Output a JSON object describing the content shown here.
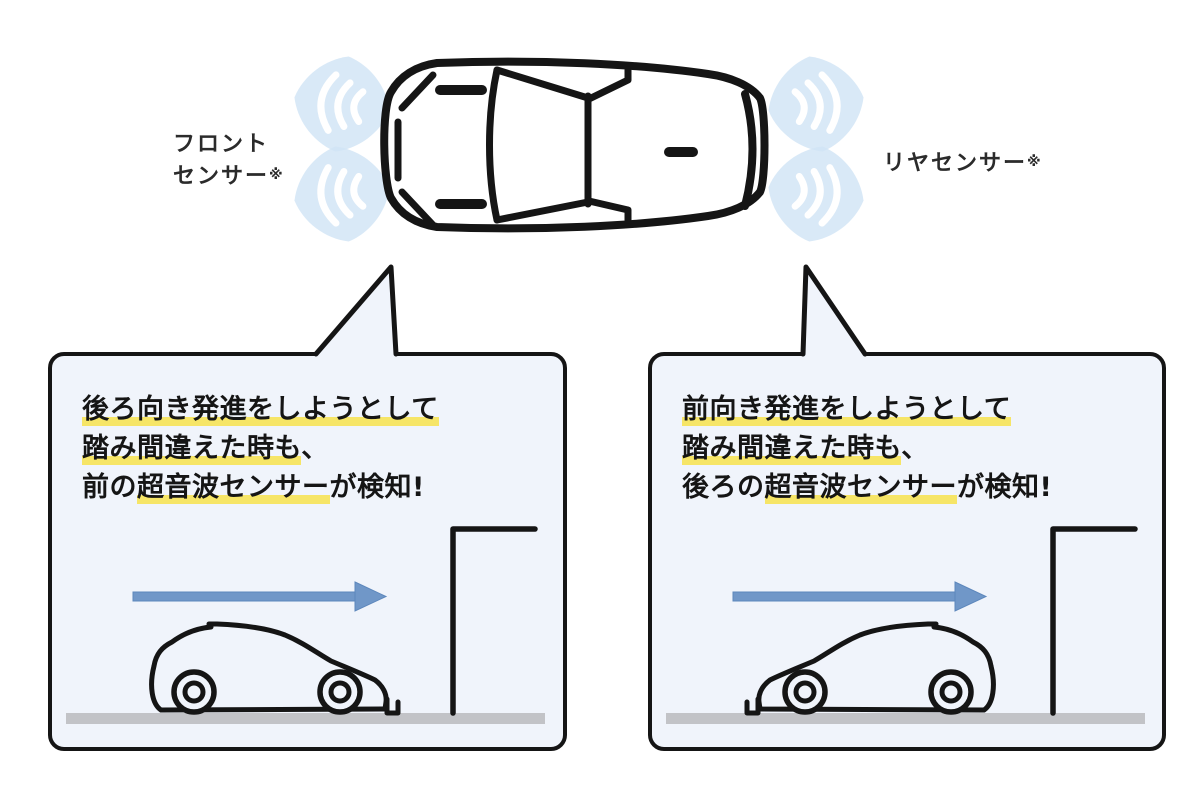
{
  "colors": {
    "fan_blue": "#cfe3f5",
    "arrow_blue": "#7097c8",
    "arrow_edge": "#5d87bc",
    "highlight_yellow": "#f6e567",
    "bubble_bg": "#f0f4fb",
    "ink": "#151515",
    "ground_gray": "#c2c3c7",
    "label_text": "#2b2b2b"
  },
  "top_diagram": {
    "front_sensor_label_line1": "フロント",
    "front_sensor_label_line2": "センサー",
    "front_sensor_note_mark": "※",
    "rear_sensor_label": "リヤセンサー",
    "rear_sensor_note_mark": "※"
  },
  "bubbles": {
    "left": {
      "lines": [
        {
          "segments": [
            {
              "text": "後ろ向き発進をしようとして",
              "highlight": true
            }
          ]
        },
        {
          "segments": [
            {
              "text": "踏み間違えた時も",
              "highlight": true
            },
            {
              "text": "、",
              "highlight": false
            }
          ]
        },
        {
          "segments": [
            {
              "text": "前の",
              "highlight": false
            },
            {
              "text": "超音波センサー",
              "highlight": true
            },
            {
              "text": "が検知!",
              "highlight": false
            }
          ]
        }
      ]
    },
    "right": {
      "lines": [
        {
          "segments": [
            {
              "text": "前向き発進をしようとして",
              "highlight": true
            }
          ]
        },
        {
          "segments": [
            {
              "text": "踏み間違えた時も",
              "highlight": true
            },
            {
              "text": "、",
              "highlight": false
            }
          ]
        },
        {
          "segments": [
            {
              "text": "後ろの",
              "highlight": false
            },
            {
              "text": "超音波センサー",
              "highlight": true
            },
            {
              "text": "が検知!",
              "highlight": false
            }
          ]
        }
      ]
    }
  }
}
